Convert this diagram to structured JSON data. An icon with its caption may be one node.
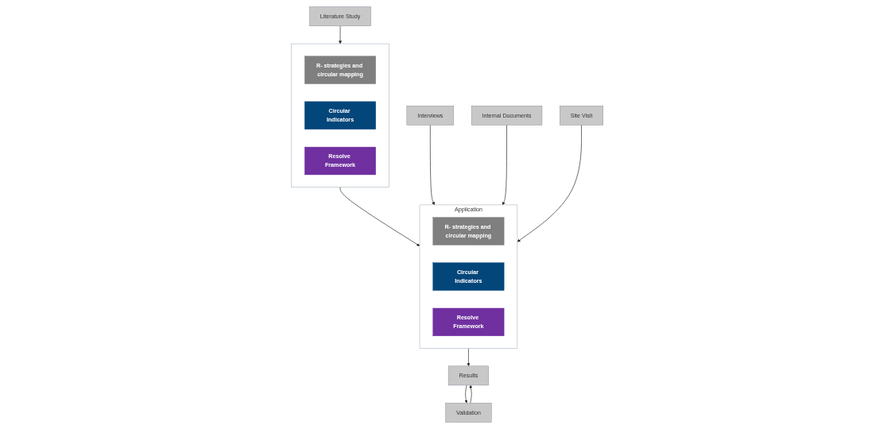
{
  "diagram": {
    "nodes": [
      {
        "text": [
          "Literature Study"
        ]
      },
      {
        "text": [],
        "shape": "box"
      },
      {
        "text": [
          "R- strategies and circular mapping"
        ],
        "in": 1
      },
      {
        "text": [
          "Circular Indicators"
        ],
        "in": 1
      },
      {
        "text": [
          "Resolve Framework"
        ],
        "in": 1
      },
      {
        "text": [
          "Interviews"
        ]
      },
      {
        "text": [
          "Internal Documents"
        ]
      },
      {
        "text": [
          "Site Visit"
        ]
      },
      {
        "text": [
          "Application"
        ]
      },
      {
        "text": [
          "R- strategies and circular mapping"
        ],
        "in": 8
      },
      {
        "text": [
          "Circular Indicators"
        ],
        "in": 8
      },
      {
        "text": [
          "Resolve Framework"
        ],
        "in": 8
      },
      {
        "text": [
          "Validation"
        ]
      },
      {
        "text": [
          "Results"
        ]
      }
    ],
    "edges": [
      {
        "from": 0,
        "to": 1,
        "arrow": "to"
      },
      {
        "from": 1,
        "to": 8,
        "arrow": "to"
      },
      {
        "from": 5,
        "to": 8,
        "arrow": "to"
      },
      {
        "from": 6,
        "to": 8,
        "arrow": "to"
      },
      {
        "from": 7,
        "to": 8,
        "arrow": "to"
      },
      {
        "from": 8,
        "to": 13,
        "arrow": "to"
      },
      {
        "from": 12,
        "to": 13,
        "arrow": "to"
      },
      {
        "from": 13,
        "to": 12,
        "arrow": "to"
      }
    ]
  }
}
